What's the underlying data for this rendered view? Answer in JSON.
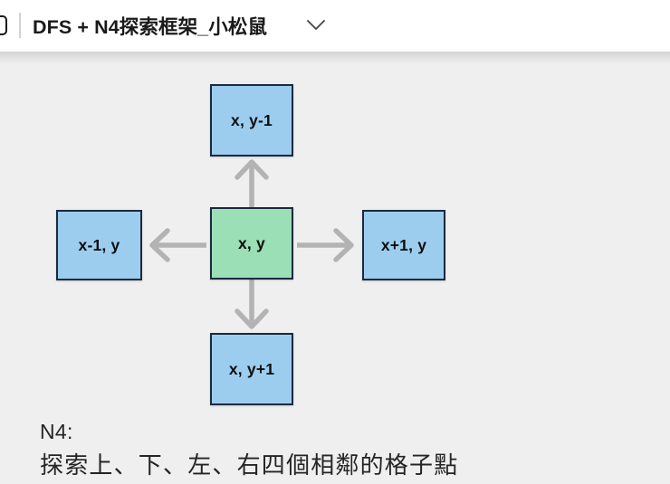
{
  "header": {
    "title": "DFS + N4探索框架_小松鼠",
    "left_icon": "document-icon",
    "chevron": "chevron-down-icon"
  },
  "diagram": {
    "type": "n4-neighborhood",
    "nodes": {
      "up": "x, y-1",
      "left": "x-1, y",
      "center": "x, y",
      "right": "x+1, y",
      "down": "x, y+1"
    },
    "arrows": [
      {
        "name": "arrow-up",
        "direction": "up"
      },
      {
        "name": "arrow-left",
        "direction": "left"
      },
      {
        "name": "arrow-right",
        "direction": "right"
      },
      {
        "name": "arrow-down",
        "direction": "down"
      }
    ],
    "colors": {
      "node_blue": "#9ccdef",
      "node_green": "#9adfb5",
      "node_border": "#1b2a3e",
      "arrow": "#b3b3b3",
      "background": "#efefef"
    }
  },
  "caption": {
    "line1": "N4:",
    "line2": "探索上、下、左、右四個相鄰的格子點"
  }
}
